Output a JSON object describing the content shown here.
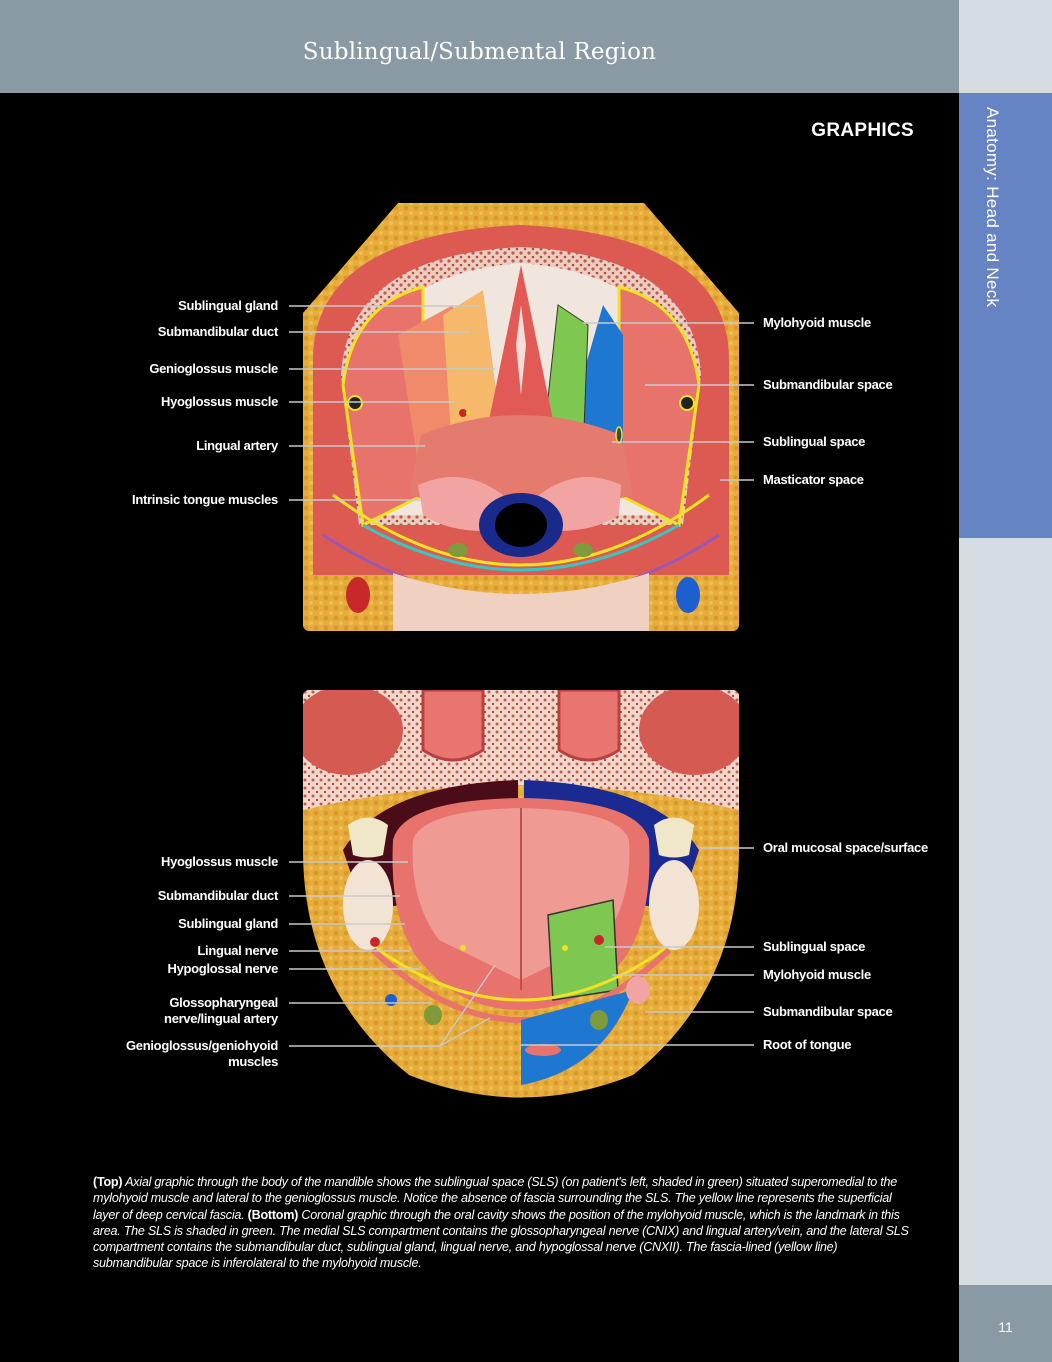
{
  "header": {
    "title": "Sublingual/Submental Region"
  },
  "sidebar": {
    "tab_label": "Anatomy: Head and Neck",
    "page_number": "11"
  },
  "section_title": "GRAPHICS",
  "top_figure": {
    "labels_left": [
      "Sublingual gland",
      "Submandibular duct",
      "Genioglossus muscle",
      "Hyoglossus muscle",
      "Lingual artery",
      "Intrinsic tongue muscles"
    ],
    "labels_right": [
      "Mylohyoid muscle",
      "Submandibular space",
      "Sublingual space",
      "Masticator space"
    ]
  },
  "bottom_figure": {
    "labels_left": [
      "Hyoglossus muscle",
      "Submandibular duct",
      "Sublingual gland",
      "Lingual nerve",
      "Hypoglossal nerve",
      "Glossopharyngeal nerve/lingual artery",
      "Genioglossus/geniohyoid muscles"
    ],
    "labels_left_lines": [
      [
        "Glossopharyngeal",
        "nerve/lingual artery"
      ],
      [
        "Genioglossus/geniohyoid",
        "muscles"
      ]
    ],
    "labels_right": [
      "Oral mucosal space/surface",
      "Sublingual space",
      "Mylohyoid muscle",
      "Submandibular space",
      "Root of tongue"
    ]
  },
  "caption": {
    "top_tag": "(Top)",
    "top_text": "Axial graphic through the body of the mandible shows the sublingual space (SLS) (on patient's left, shaded in green) situated superomedial to the mylohyoid muscle and lateral to the genioglossus muscle. Notice the absence of fascia surrounding the SLS. The yellow line represents the superficial layer of deep cervical fascia.",
    "bottom_tag": "(Bottom)",
    "bottom_text": "Coronal graphic through the oral cavity shows the position of the mylohyoid muscle, which is the landmark in this area. The SLS is shaded in green. The medial SLS compartment contains the glossopharyngeal nerve (CNIX) and lingual artery/vein, and the lateral SLS compartment contains the submandibular duct, sublingual gland, lingual nerve, and hypoglossal nerve (CNXII). The fascia-lined (yellow line) submandibular space is inferolateral to the mylohyoid muscle."
  },
  "colors": {
    "header_bg": "#8a9aa4",
    "sidebar_bg": "#d5dde3",
    "sidebar_tab_bg": "#6683c3",
    "sublingual_space": "#7ec852",
    "submandibular_space": "#1e78d2",
    "fascia_line": "#f2e224",
    "muscle": "#e2675e",
    "fat": "#e6ad3a"
  }
}
